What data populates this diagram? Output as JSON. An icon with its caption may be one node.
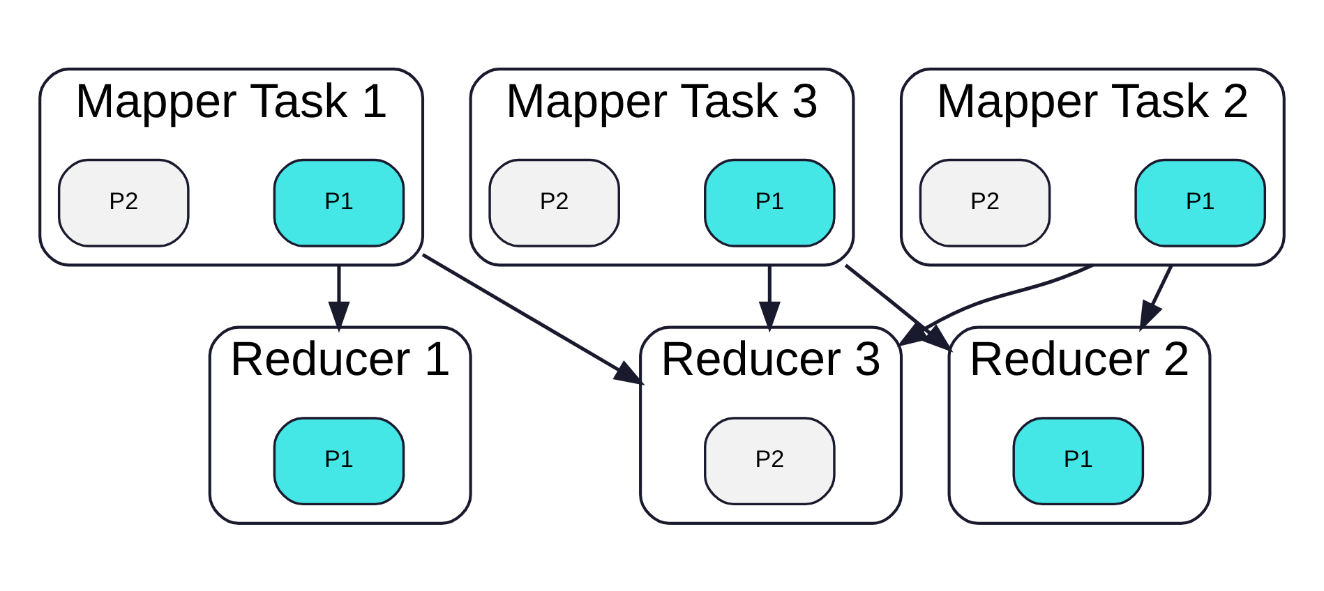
{
  "diagram": {
    "nodes": [
      {
        "text": [
          "Mapper Task 1"
        ]
      },
      {
        "text": [
          "P1"
        ],
        "in": 0
      },
      {
        "text": [
          "P2"
        ],
        "in": 0
      },
      {
        "text": [
          "Mapper Task 2"
        ]
      },
      {
        "text": [
          "P1"
        ],
        "in": 3
      },
      {
        "text": [
          "P2"
        ],
        "in": 3
      },
      {
        "text": [
          "Mapper Task 3"
        ]
      },
      {
        "text": [
          "P1"
        ],
        "in": 6
      },
      {
        "text": [
          "P2"
        ],
        "in": 6
      },
      {
        "text": [
          "Reducer 1"
        ]
      },
      {
        "text": [
          "P1"
        ],
        "in": 9
      },
      {
        "text": [
          "Reducer 2"
        ]
      },
      {
        "text": [
          "P1"
        ],
        "in": 11
      },
      {
        "text": [
          "Reducer 3"
        ]
      },
      {
        "text": [
          "P2"
        ],
        "in": 13
      }
    ],
    "edges": [
      {
        "from": 0,
        "to": 9,
        "arrow": "to"
      },
      {
        "from": 0,
        "to": 13,
        "arrow": "to"
      },
      {
        "from": 3,
        "to": 11,
        "arrow": "to"
      },
      {
        "from": 3,
        "to": 13,
        "arrow": "to"
      },
      {
        "from": 6,
        "to": 11,
        "arrow": "to"
      },
      {
        "from": 6,
        "to": 13,
        "arrow": "to"
      }
    ]
  }
}
